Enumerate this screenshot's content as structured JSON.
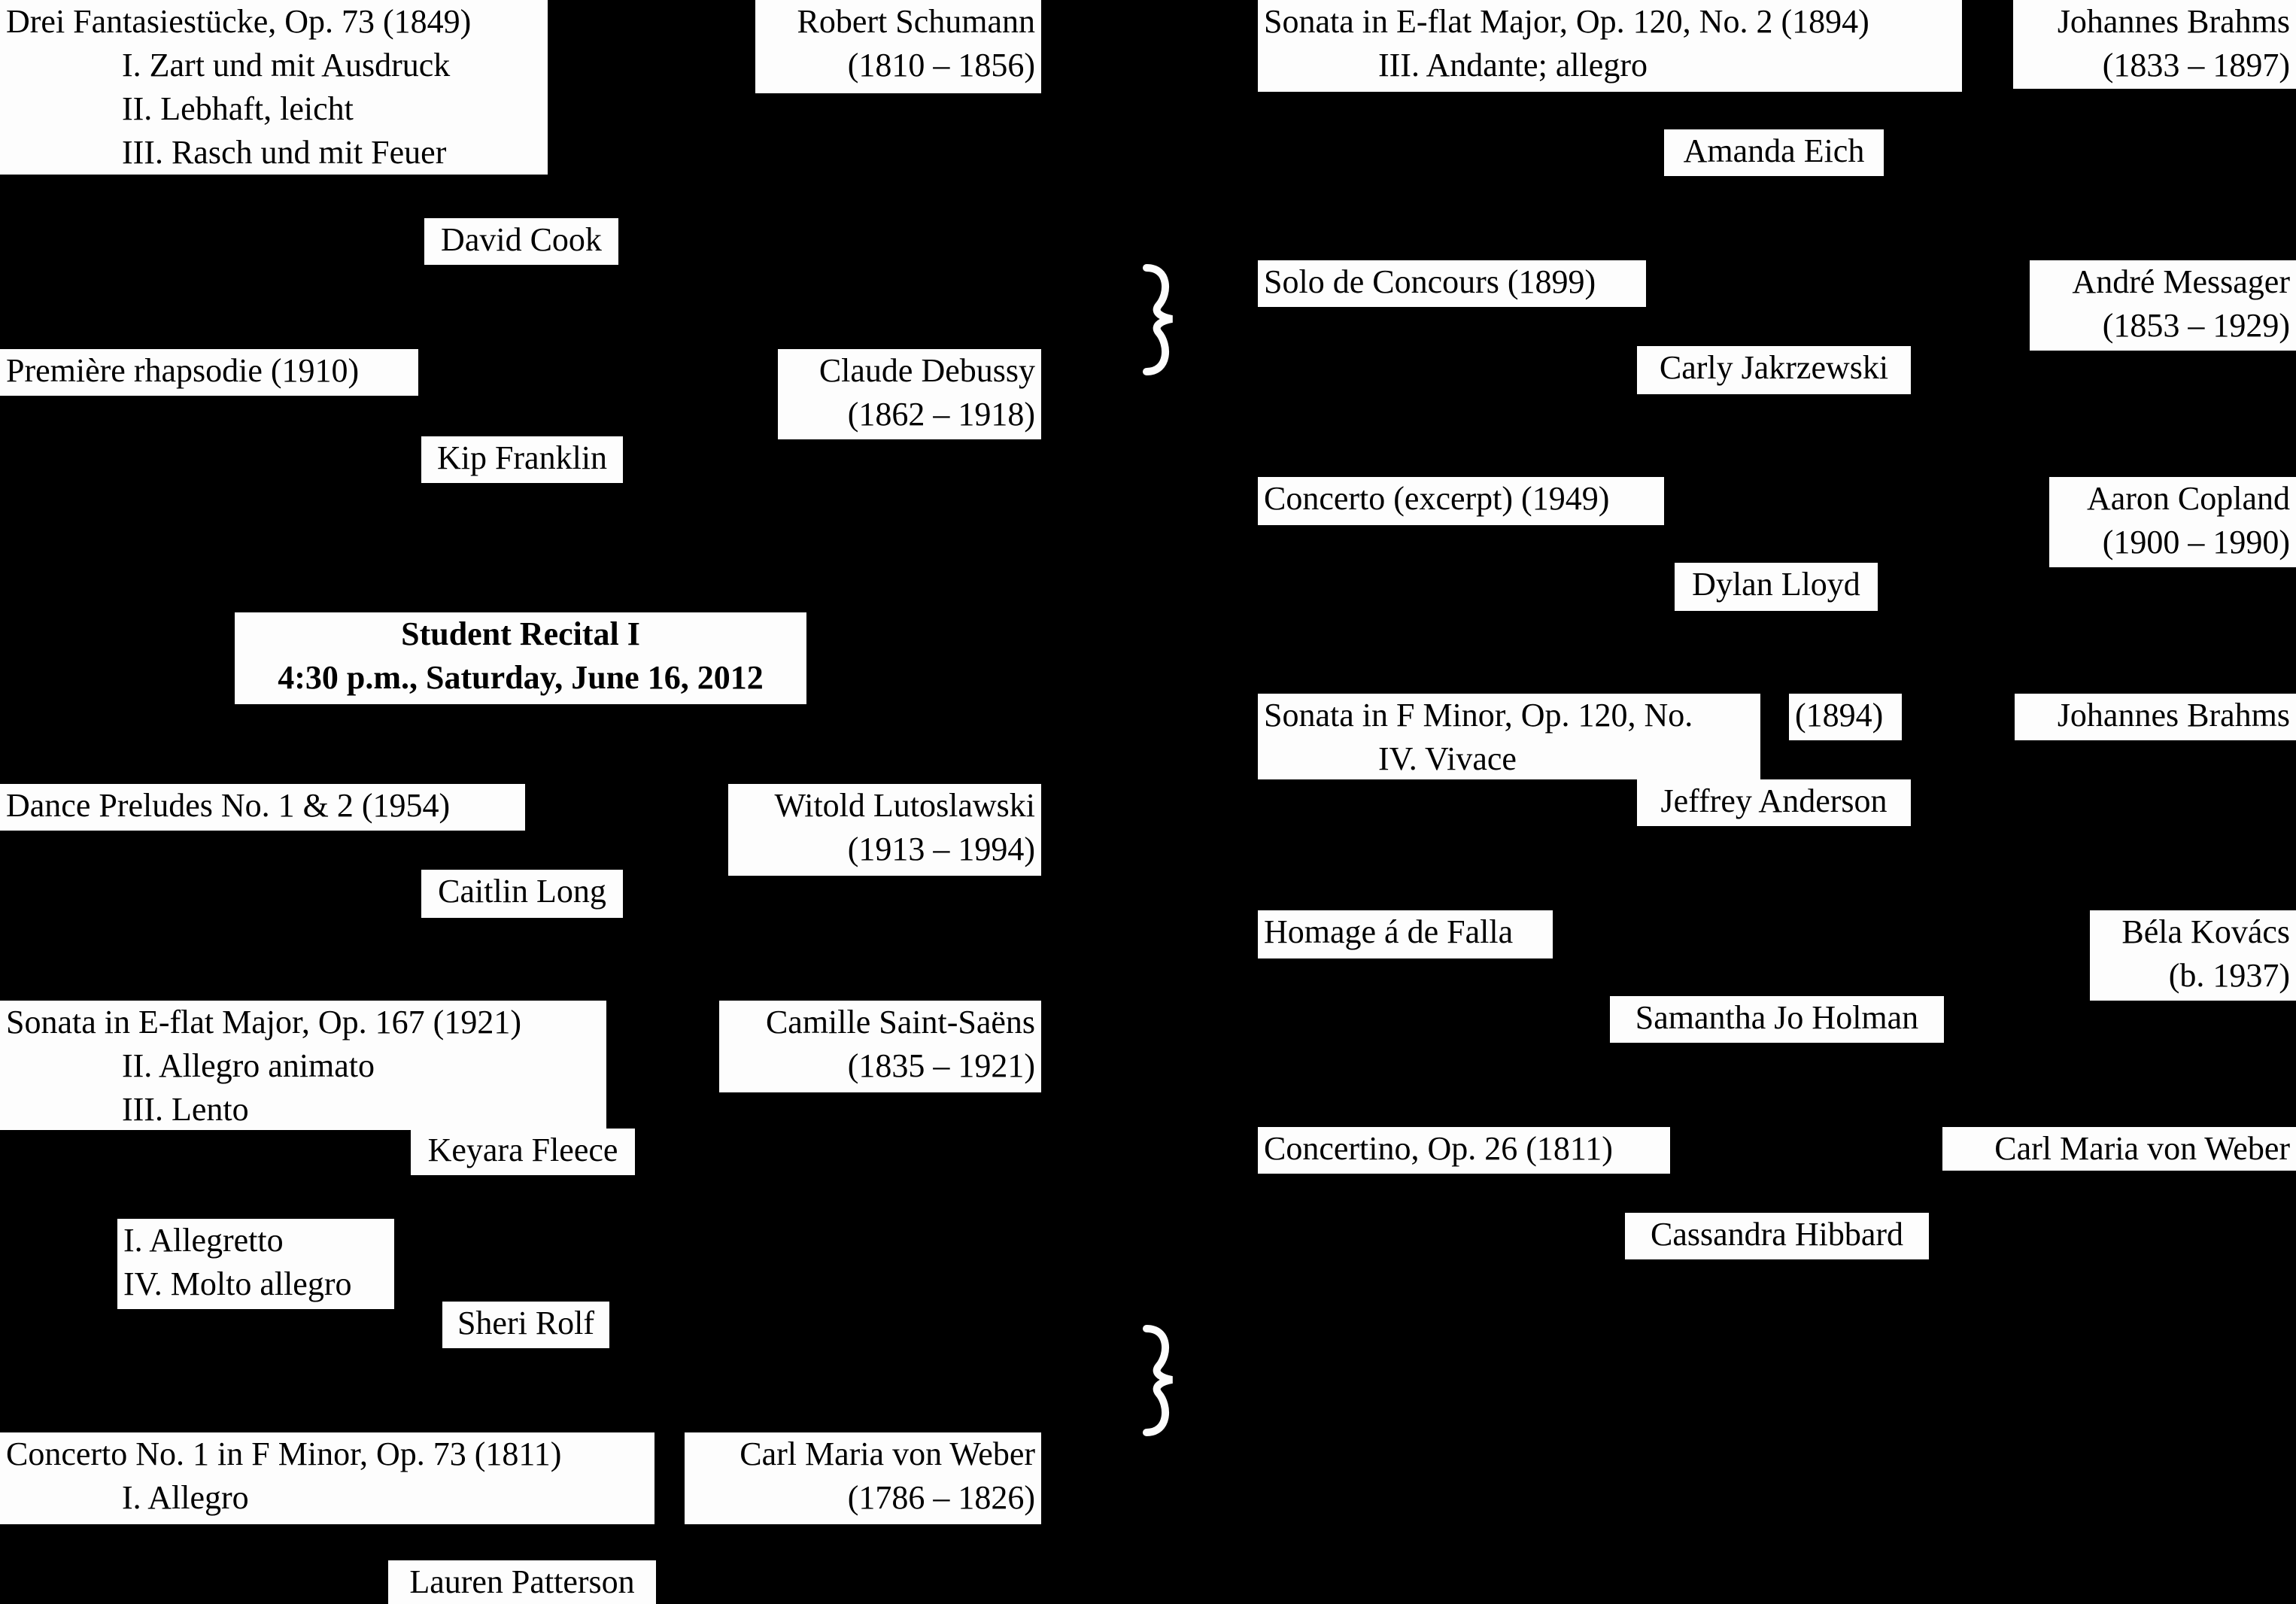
{
  "recital": {
    "title": "Student Recital I",
    "datetime": "4:30 p.m., Saturday, June 16, 2012"
  },
  "left_column": [
    {
      "piece": "Drei Fantasiestücke, Op. 73 (1849)",
      "movements": [
        "I. Zart und mit Ausdruck",
        "II. Lebhaft, leicht",
        "III. Rasch und mit Feuer"
      ],
      "composer": "Robert Schumann",
      "dates": "(1810 – 1856)",
      "performer": "David Cook"
    },
    {
      "piece": "Première rhapsodie (1910)",
      "composer": "Claude Debussy",
      "dates": "(1862 – 1918)",
      "performer": "Kip Franklin"
    },
    {
      "piece": "Dance Preludes No. 1 & 2 (1954)",
      "composer": "Witold Lutoslawski",
      "dates": "(1913 – 1994)",
      "performer": "Caitlin Long"
    },
    {
      "piece": "Sonata in E-flat Major, Op. 167 (1921)",
      "movements": [
        "II. Allegro animato",
        "III. Lento"
      ],
      "composer": "Camille Saint-Saëns",
      "dates": "(1835 – 1921)",
      "performer": "Keyara Fleece"
    },
    {
      "movements": [
        "I. Allegretto",
        "IV. Molto allegro"
      ],
      "performer": "Sheri Rolf"
    },
    {
      "piece": "Concerto No. 1 in F Minor, Op. 73 (1811)",
      "movements": [
        "I. Allegro"
      ],
      "composer": "Carl Maria von Weber",
      "dates": "(1786 – 1826)",
      "performer": "Lauren Patterson"
    }
  ],
  "right_column": [
    {
      "piece": "Sonata in E-flat Major, Op. 120, No. 2 (1894)",
      "movements": [
        "III. Andante; allegro"
      ],
      "composer": "Johannes Brahms",
      "dates": "(1833 – 1897)",
      "performer": "Amanda Eich"
    },
    {
      "piece": "Solo de Concours (1899)",
      "composer": "André Messager",
      "dates": "(1853 – 1929)",
      "performer": "Carly Jakrzewski"
    },
    {
      "piece": "Concerto (excerpt) (1949)",
      "composer": "Aaron Copland",
      "dates": "(1900 – 1990)",
      "performer": "Dylan Lloyd"
    },
    {
      "piece": "Sonata in F Minor, Op. 120, No.",
      "piece_year": "(1894)",
      "movements": [
        "IV. Vivace"
      ],
      "composer": "Johannes Brahms",
      "performer": "Jeffrey Anderson"
    },
    {
      "piece": "Homage á de Falla",
      "composer": "Béla Kovács",
      "dates": "(b. 1937)",
      "performer": "Samantha Jo Holman"
    },
    {
      "piece": "Concertino, Op. 26 (1811)",
      "composer": "Carl Maria von Weber",
      "performer": "Cassandra Hibbard"
    }
  ],
  "colors": {
    "background": "#000000",
    "box": "#fdfdfd",
    "text": "#000000"
  }
}
